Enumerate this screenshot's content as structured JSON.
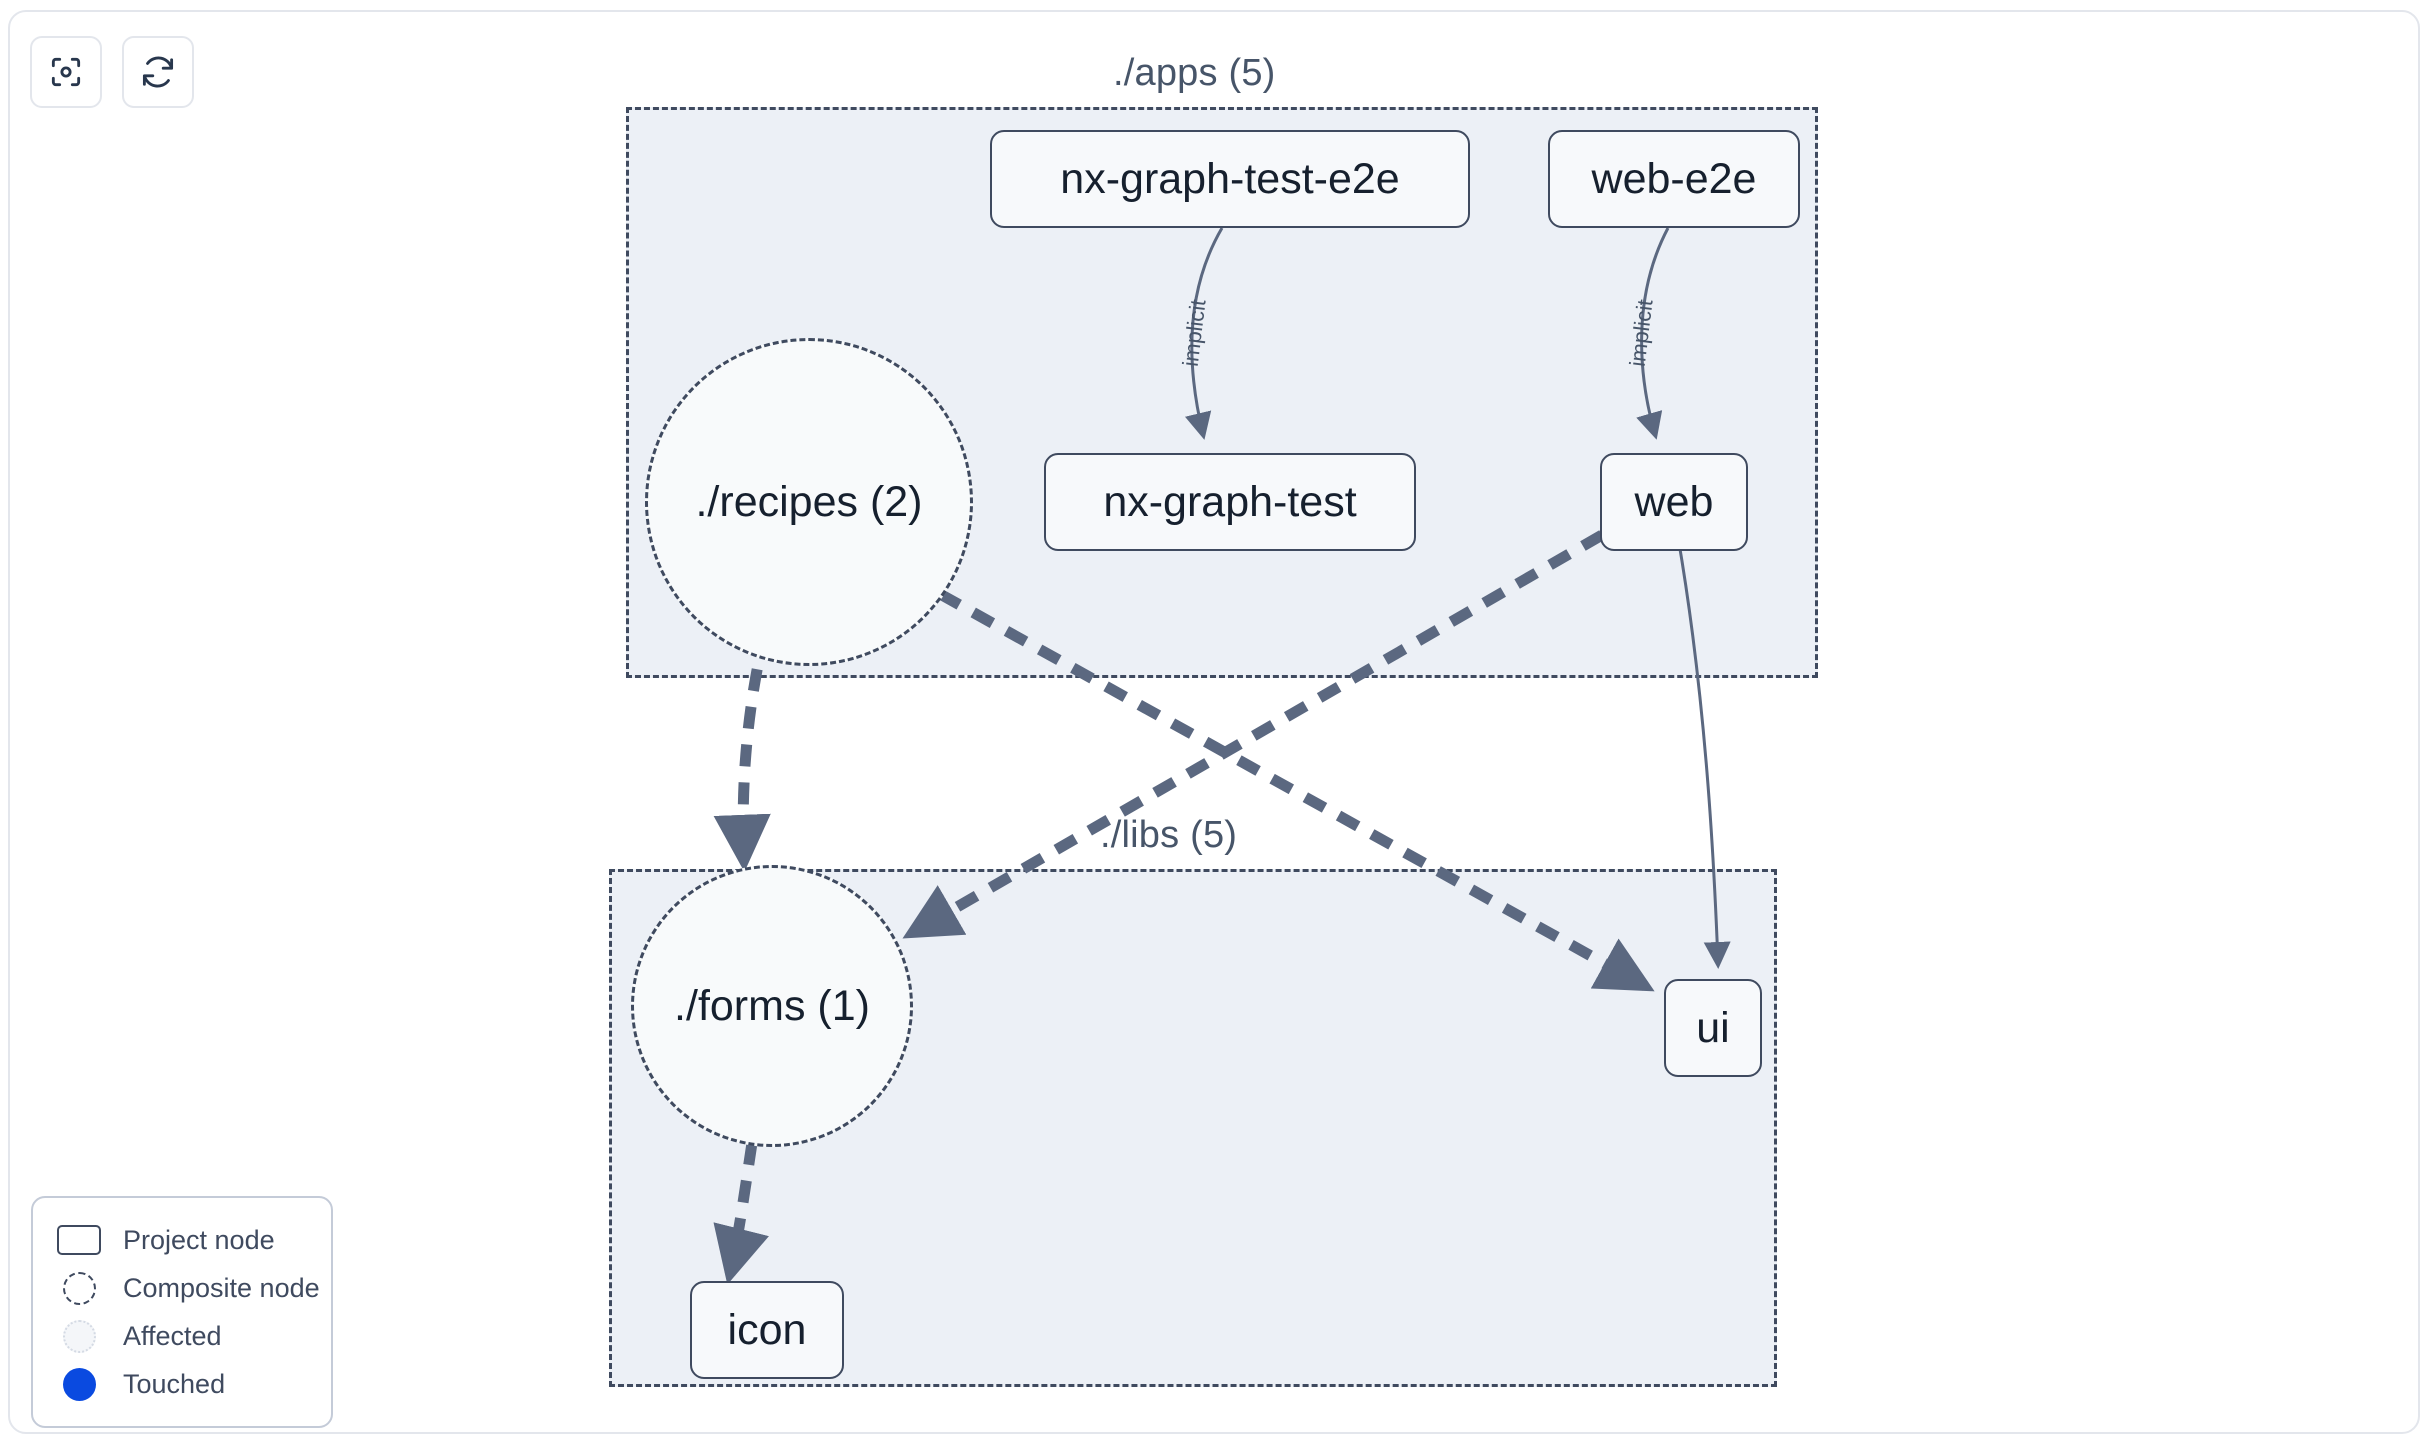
{
  "toolbar": {
    "buttons": [
      {
        "name": "focus-graph-button",
        "icon": "focus-target-icon",
        "label": ""
      },
      {
        "name": "refresh-graph-button",
        "icon": "refresh-icon",
        "label": ""
      }
    ]
  },
  "graph": {
    "groups": [
      {
        "id": "apps",
        "label": "./apps (5)"
      },
      {
        "id": "libs",
        "label": "./libs (5)"
      }
    ],
    "nodes": [
      {
        "id": "nx-graph-test-e2e",
        "label": "nx-graph-test-e2e",
        "type": "project",
        "group": "apps"
      },
      {
        "id": "web-e2e",
        "label": "web-e2e",
        "type": "project",
        "group": "apps"
      },
      {
        "id": "nx-graph-test",
        "label": "nx-graph-test",
        "type": "project",
        "group": "apps"
      },
      {
        "id": "web",
        "label": "web",
        "type": "project",
        "group": "apps"
      },
      {
        "id": "recipes",
        "label": "./recipes (2)",
        "type": "composite",
        "group": "apps"
      },
      {
        "id": "forms",
        "label": "./forms (1)",
        "type": "composite",
        "group": "libs"
      },
      {
        "id": "ui",
        "label": "ui",
        "type": "project",
        "group": "libs"
      },
      {
        "id": "icon",
        "label": "icon",
        "type": "project",
        "group": "libs"
      }
    ],
    "edges": [
      {
        "from": "nx-graph-test-e2e",
        "to": "nx-graph-test",
        "label": "implicit",
        "style": "solid"
      },
      {
        "from": "web-e2e",
        "to": "web",
        "label": "implicit",
        "style": "solid"
      },
      {
        "from": "web",
        "to": "ui",
        "label": "",
        "style": "solid"
      },
      {
        "from": "recipes",
        "to": "forms",
        "label": "",
        "style": "dashed"
      },
      {
        "from": "recipes",
        "to": "ui",
        "label": "",
        "style": "dashed"
      },
      {
        "from": "web",
        "to": "forms",
        "label": "",
        "style": "dashed"
      },
      {
        "from": "forms",
        "to": "icon",
        "label": "",
        "style": "dashed"
      }
    ]
  },
  "legend": {
    "items": [
      {
        "label": "Project node",
        "swatch": "project"
      },
      {
        "label": "Composite node",
        "swatch": "composite"
      },
      {
        "label": "Affected",
        "swatch": "affected"
      },
      {
        "label": "Touched",
        "swatch": "touched"
      }
    ]
  },
  "colors": {
    "node_border": "#3f4a5f",
    "node_fill": "#f7f9fb",
    "group_fill": "#ecf0f6",
    "edge": "#5b6880",
    "text": "#16202e",
    "label_text": "#475569",
    "touched": "#0a4ae0",
    "panel_border": "#e3e6ec"
  }
}
